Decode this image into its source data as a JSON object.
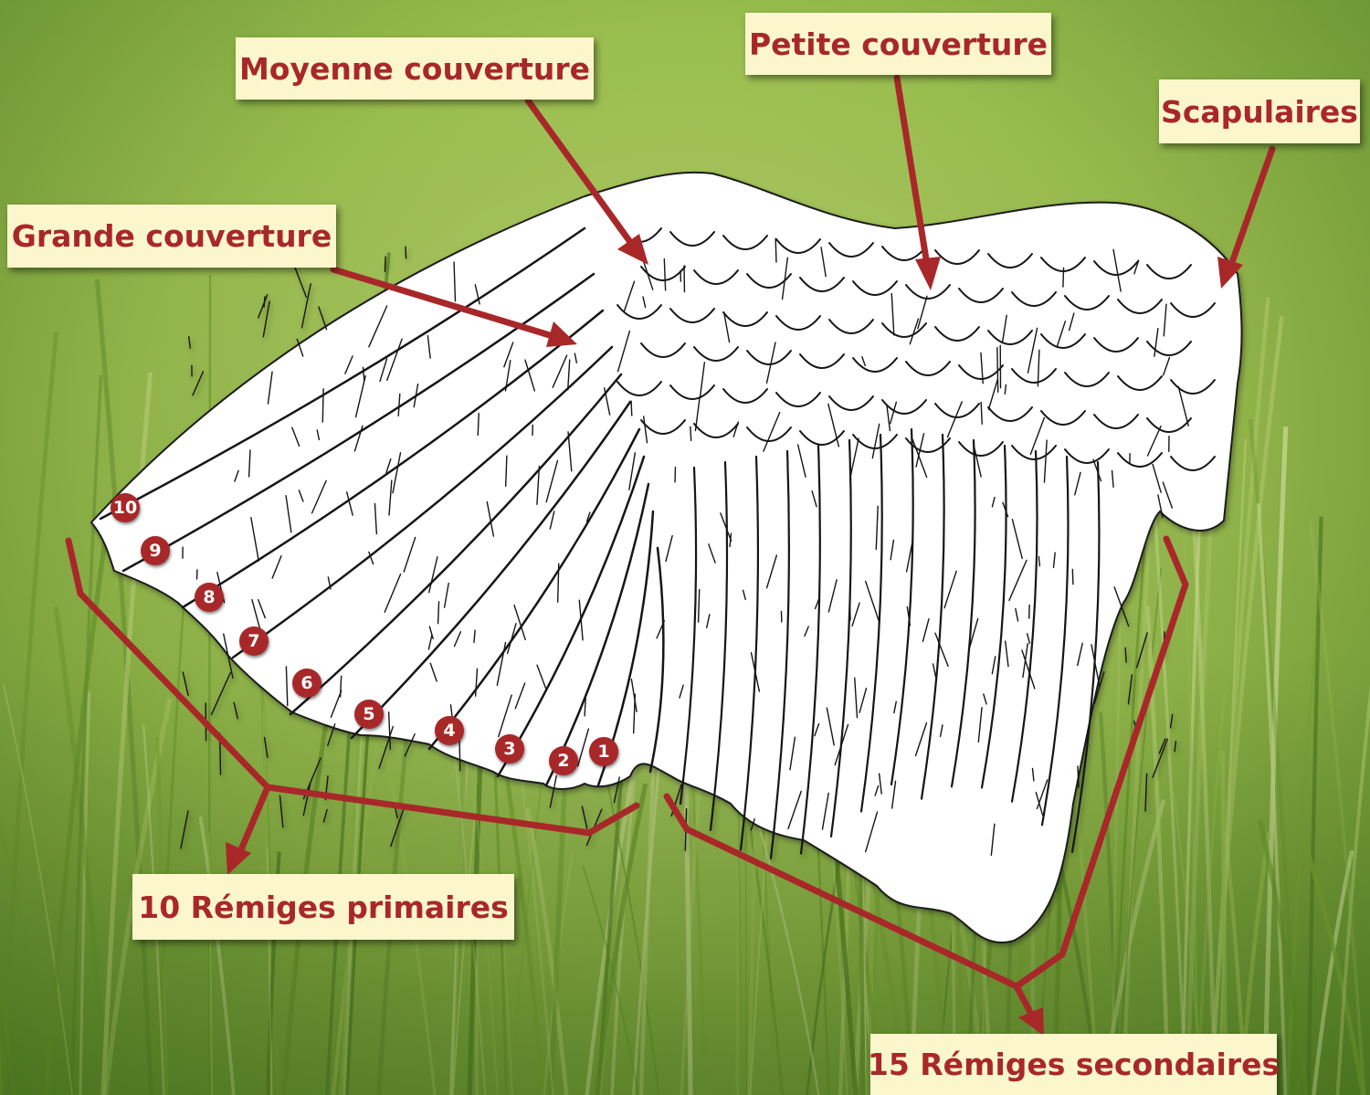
{
  "labels": {
    "moyenne": "Moyenne couverture",
    "petite": "Petite couverture",
    "scapulaires": "Scapulaires",
    "grande": "Grande couverture",
    "primaires": "10 Rémiges primaires",
    "secondaires": "15 Rémiges secondaires"
  },
  "primary_numbers": [
    "1",
    "2",
    "3",
    "4",
    "5",
    "6",
    "7",
    "8",
    "9",
    "10"
  ],
  "colors": {
    "accent": "#a8282a",
    "label_bg": "#fbf6cc",
    "wing": "#ffffff",
    "feather_line": "#111111",
    "grass_light": "#b9d36a",
    "grass_dark": "#4d7a22"
  },
  "background": "grass field (photo)"
}
